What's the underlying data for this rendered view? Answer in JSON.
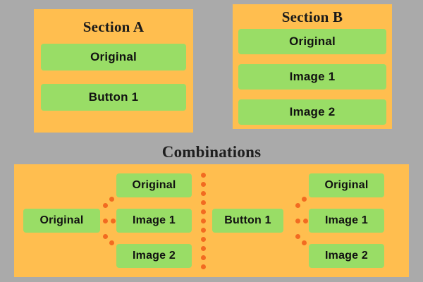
{
  "colors": {
    "page_background": "#aaaaaa",
    "panel": "#ffbe4f",
    "button": "#99dd66",
    "button_text": "#111111",
    "title_text": "#1a1a1a",
    "connector_dot": "#f26b21"
  },
  "sections": {
    "a": {
      "title": "Section A",
      "buttons": [
        "Original",
        "Button 1"
      ]
    },
    "b": {
      "title": "Section B",
      "buttons": [
        "Original",
        "Image 1",
        "Image 2"
      ]
    }
  },
  "combinations": {
    "title": "Combinations",
    "groups": [
      {
        "source": "Original",
        "targets": [
          "Original",
          "Image 1",
          "Image 2"
        ]
      },
      {
        "source": "Button 1",
        "targets": [
          "Original",
          "Image 1",
          "Image 2"
        ]
      }
    ]
  }
}
